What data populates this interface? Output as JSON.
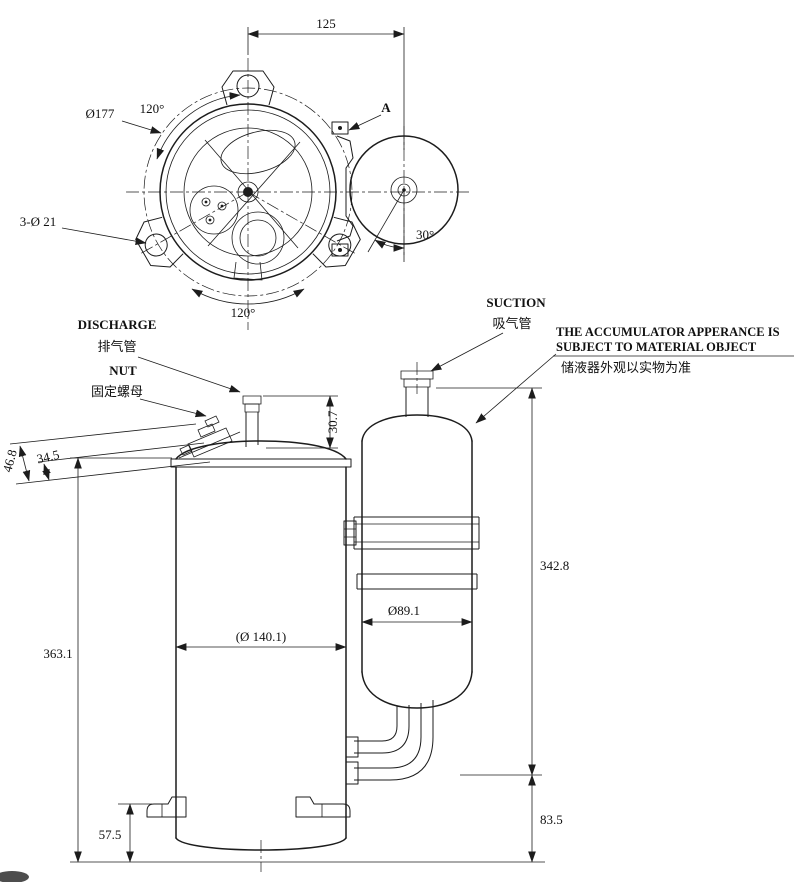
{
  "meta": {
    "background": "#ffffff",
    "line_color": "#1c1c1c"
  },
  "top_view": {
    "dim_center_distance": "125",
    "flange_diameter": "Ø177",
    "angle_upper": "120°",
    "mounting_holes": "3-Ø 21",
    "detail_label": "A",
    "angle_accumulator": "30°",
    "angle_lower": "120°"
  },
  "side_view": {
    "discharge_en": "DISCHARGE",
    "discharge_cn": "排气管",
    "nut_en": "NUT",
    "nut_cn": "固定螺母",
    "suction_en": "SUCTION",
    "suction_cn": "吸气管",
    "note_line1": "THE ACCUMULATOR APPERANCE IS",
    "note_line2": "SUBJECT TO MATERIAL OBJECT",
    "note_cn": "储液器外观以实物为准",
    "dim_cover_a": "46.8",
    "dim_cover_b": "34.5",
    "dim_discharge_height": "30.7",
    "dim_total_height": "363.1",
    "dim_body_diameter": "(Ø 140.1)",
    "dim_acc_diameter": "Ø89.1",
    "dim_acc_height": "342.8",
    "dim_foot_height": "57.5",
    "dim_tube_height": "83.5"
  }
}
